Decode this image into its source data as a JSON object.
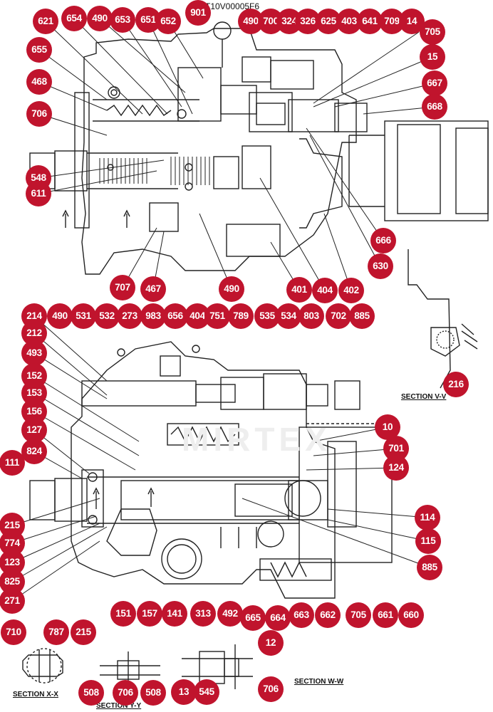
{
  "document_id": "YT10V00005F6",
  "watermark_text": "MIRTEX",
  "accent_color": "#c0142d",
  "line_color": "#222222",
  "section_captions": {
    "v": "SECTION V-V",
    "x": "SECTION X-X",
    "y": "SECTION Y-Y",
    "w": "SECTION W-W"
  },
  "callouts": [
    {
      "id": "c621",
      "label": "621"
    },
    {
      "id": "c654",
      "label": "654"
    },
    {
      "id": "c490a",
      "label": "490"
    },
    {
      "id": "c653",
      "label": "653"
    },
    {
      "id": "c651",
      "label": "651"
    },
    {
      "id": "c652",
      "label": "652"
    },
    {
      "id": "c901",
      "label": "901"
    },
    {
      "id": "c490b",
      "label": "490"
    },
    {
      "id": "c700",
      "label": "700"
    },
    {
      "id": "c324",
      "label": "324"
    },
    {
      "id": "c326",
      "label": "326"
    },
    {
      "id": "c625",
      "label": "625"
    },
    {
      "id": "c403a",
      "label": "403"
    },
    {
      "id": "c641",
      "label": "641"
    },
    {
      "id": "c709",
      "label": "709"
    },
    {
      "id": "c14",
      "label": "14"
    },
    {
      "id": "c705a",
      "label": "705"
    },
    {
      "id": "c655",
      "label": "655"
    },
    {
      "id": "c15",
      "label": "15"
    },
    {
      "id": "c468",
      "label": "468"
    },
    {
      "id": "c667",
      "label": "667"
    },
    {
      "id": "c706a",
      "label": "706"
    },
    {
      "id": "c668",
      "label": "668"
    },
    {
      "id": "c548",
      "label": "548"
    },
    {
      "id": "c611",
      "label": "611"
    },
    {
      "id": "c666",
      "label": "666"
    },
    {
      "id": "c630",
      "label": "630"
    },
    {
      "id": "c707",
      "label": "707"
    },
    {
      "id": "c467",
      "label": "467"
    },
    {
      "id": "c490c",
      "label": "490"
    },
    {
      "id": "c401",
      "label": "401"
    },
    {
      "id": "c404a",
      "label": "404"
    },
    {
      "id": "c402",
      "label": "402"
    },
    {
      "id": "c214",
      "label": "214"
    },
    {
      "id": "c490d",
      "label": "490"
    },
    {
      "id": "c531",
      "label": "531"
    },
    {
      "id": "c532",
      "label": "532"
    },
    {
      "id": "c273",
      "label": "273"
    },
    {
      "id": "c983",
      "label": "983"
    },
    {
      "id": "c656",
      "label": "656"
    },
    {
      "id": "c404b",
      "label": "404"
    },
    {
      "id": "c751",
      "label": "751"
    },
    {
      "id": "c789",
      "label": "789"
    },
    {
      "id": "c535",
      "label": "535"
    },
    {
      "id": "c534",
      "label": "534"
    },
    {
      "id": "c803",
      "label": "803"
    },
    {
      "id": "c702",
      "label": "702"
    },
    {
      "id": "c885a",
      "label": "885"
    },
    {
      "id": "c212",
      "label": "212"
    },
    {
      "id": "c493",
      "label": "493"
    },
    {
      "id": "c152",
      "label": "152"
    },
    {
      "id": "c153",
      "label": "153"
    },
    {
      "id": "c156",
      "label": "156"
    },
    {
      "id": "c127",
      "label": "127"
    },
    {
      "id": "c824",
      "label": "824"
    },
    {
      "id": "c111",
      "label": "111"
    },
    {
      "id": "c10",
      "label": "10"
    },
    {
      "id": "c701",
      "label": "701"
    },
    {
      "id": "c124",
      "label": "124"
    },
    {
      "id": "c216",
      "label": "216"
    },
    {
      "id": "c215a",
      "label": "215"
    },
    {
      "id": "c774",
      "label": "774"
    },
    {
      "id": "c123",
      "label": "123"
    },
    {
      "id": "c825",
      "label": "825"
    },
    {
      "id": "c271",
      "label": "271"
    },
    {
      "id": "c114",
      "label": "114"
    },
    {
      "id": "c115",
      "label": "115"
    },
    {
      "id": "c885b",
      "label": "885"
    },
    {
      "id": "c151",
      "label": "151"
    },
    {
      "id": "c157",
      "label": "157"
    },
    {
      "id": "c141",
      "label": "141"
    },
    {
      "id": "c313",
      "label": "313"
    },
    {
      "id": "c492",
      "label": "492"
    },
    {
      "id": "c665",
      "label": "665"
    },
    {
      "id": "c664",
      "label": "664"
    },
    {
      "id": "c663",
      "label": "663"
    },
    {
      "id": "c662",
      "label": "662"
    },
    {
      "id": "c705b",
      "label": "705"
    },
    {
      "id": "c661",
      "label": "661"
    },
    {
      "id": "c660",
      "label": "660"
    },
    {
      "id": "c710",
      "label": "710"
    },
    {
      "id": "c787",
      "label": "787"
    },
    {
      "id": "c215b",
      "label": "215"
    },
    {
      "id": "c12",
      "label": "12"
    },
    {
      "id": "c508a",
      "label": "508"
    },
    {
      "id": "c706b",
      "label": "706"
    },
    {
      "id": "c508b",
      "label": "508"
    },
    {
      "id": "c13",
      "label": "13"
    },
    {
      "id": "c545",
      "label": "545"
    },
    {
      "id": "c706c",
      "label": "706"
    }
  ]
}
